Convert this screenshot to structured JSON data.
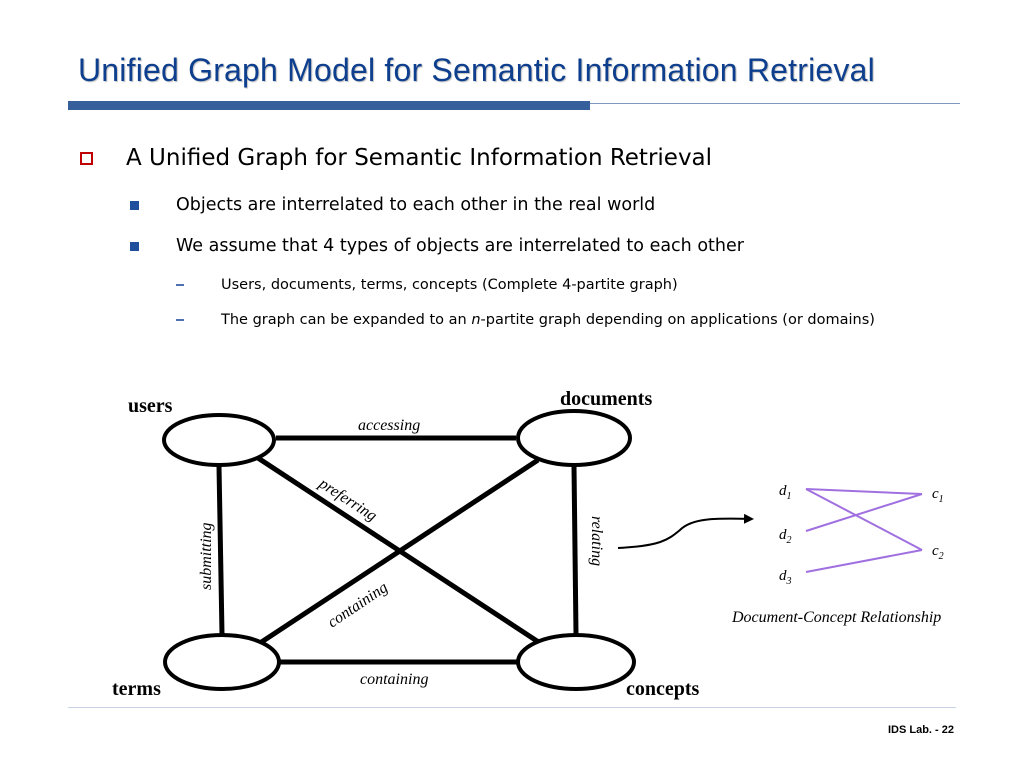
{
  "slide": {
    "title": "Unified Graph Model for Semantic Information Retrieval",
    "footer": "IDS Lab. - 22"
  },
  "bullets": {
    "level1": "A Unified Graph for Semantic Information Retrieval",
    "item1": "Objects are interrelated to each other in the real world",
    "item2": "We assume that 4 types of objects are interrelated to each other",
    "sub1": "Users, documents, terms, concepts (Complete 4-partite graph)",
    "sub2_before": "The graph can be expanded to an ",
    "sub2_italic": "n",
    "sub2_after": "-partite graph depending on applications (or domains)"
  },
  "graph": {
    "nodes": {
      "users": "users",
      "documents": "documents",
      "terms": "terms",
      "concepts": "concepts"
    },
    "edges": {
      "accessing": "accessing",
      "preferring": "preferring",
      "submitting": "submitting",
      "relating": "relating",
      "containing_diag": "containing",
      "containing_bottom": "containing"
    }
  },
  "relationship": {
    "d": "d",
    "c": "c",
    "sub1": "1",
    "sub2": "2",
    "sub3": "3",
    "caption": "Document-Concept Relationship",
    "line_color": "#a070e0"
  }
}
